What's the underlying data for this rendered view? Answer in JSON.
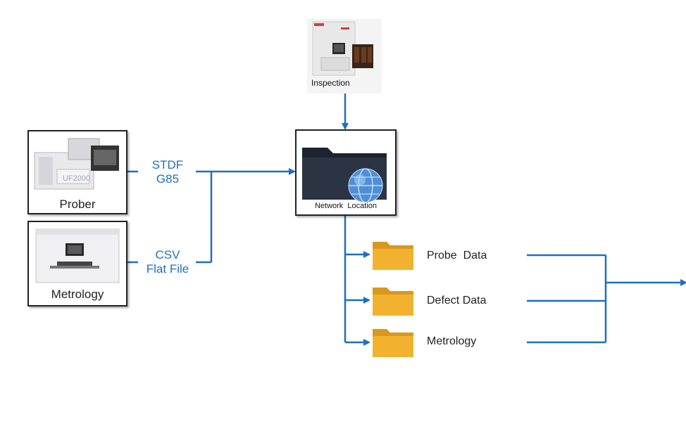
{
  "inspection": {
    "label": "Inspection"
  },
  "prober": {
    "label": "Prober"
  },
  "metrology_tool": {
    "label": "Metrology"
  },
  "stdf_label": {
    "line1": "STDF",
    "line2": "G85"
  },
  "csv_label": {
    "line1": "CSV",
    "line2": "Flat File"
  },
  "network": {
    "label": "Network  Location"
  },
  "folders": [
    {
      "label": "Probe  Data"
    },
    {
      "label": "Defect Data"
    },
    {
      "label": "Metrology"
    }
  ],
  "colors": {
    "connector": "#1f6fbf",
    "folder": "#f2b230",
    "network_folder": "#1d2430"
  },
  "icons": {
    "inspection": "inspection-machine-icon",
    "prober": "prober-machine-icon",
    "metrology": "metrology-machine-icon",
    "network": "network-folder-globe-icon",
    "folder": "folder-icon"
  }
}
